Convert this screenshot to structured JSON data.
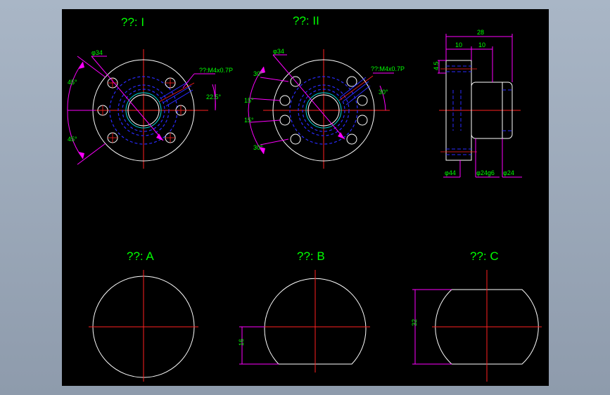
{
  "colors": {
    "window_bg": "#9aa7b8",
    "canvas": "#000000",
    "outline": "#ffffff",
    "center": "#ff2020",
    "dim": "#ff00ff",
    "hidden": "#2a2aff",
    "cyan": "#00e0e0",
    "title": "#00ff00",
    "hatch": "#4040ff"
  },
  "titles": {
    "view1": "??: I",
    "view2": "??: II",
    "viewA": "??: A",
    "viewB": "??: B",
    "viewC": "??: C"
  },
  "view1": {
    "dia": "φ34",
    "thread": "??:M4x0.7P",
    "ang1": "45°",
    "ang2": "45°",
    "ang3": "22.5°"
  },
  "view2": {
    "dia": "φ34",
    "thread": "??:M4x0.7P",
    "a1": "30°",
    "a2": "15°",
    "a3": "15°",
    "a4": "30°",
    "a5": "30°"
  },
  "side": {
    "overall": "28",
    "l1": "10",
    "l2": "10",
    "thk": "4.5",
    "d1": "φ44",
    "d2": "φ24g6",
    "d3": "φ24"
  },
  "viewB": {
    "dim": "16"
  },
  "viewC": {
    "dim": "32"
  }
}
